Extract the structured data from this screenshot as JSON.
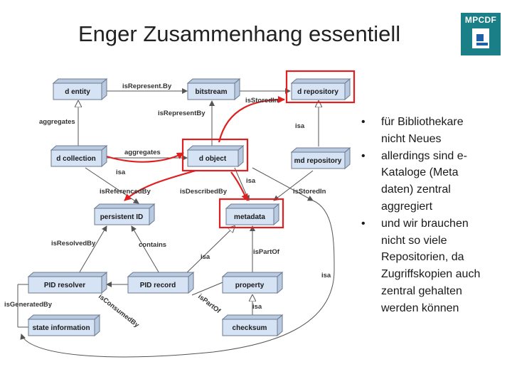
{
  "title": "Enger Zusammenhang essentiell",
  "logo": {
    "text": "MPCDF"
  },
  "colors": {
    "highlight": "#e02020",
    "box_fill": "#d6e3f5",
    "logo_bg": "#1a7f86"
  },
  "nodes": {
    "d_entity": "d entity",
    "bitstream": "bitstream",
    "d_repository": "d repository",
    "d_collection": "d collection",
    "d_object": "d object",
    "md_repository": "md repository",
    "persistent_id": "persistent ID",
    "metadata": "metadata",
    "pid_resolver": "PID resolver",
    "pid_record": "PID record",
    "property": "property",
    "state_information": "state information",
    "checksum": "checksum"
  },
  "edge_labels": {
    "isRepresentBy_top": "isRepresent.By",
    "isStoredIn_top": "isStoredIn",
    "aggregates_left": "aggregates",
    "isRepresentBy_mid": "isRepresentBy",
    "isa_repo": "isa",
    "aggregates_mid": "aggregates",
    "isa_collection": "isa",
    "isa_object": "isa",
    "isReferencedBy": "isReferencedBy",
    "isDescribedBy": "isDescribedBy",
    "isStoredIn_right": "isStoredIn",
    "isResolvedBy": "isResolvedBy",
    "contains": "contains",
    "isa_metadata": "isa",
    "isPartOf_right": "isPartOf",
    "isa_loop": "isa",
    "isGeneratedBy": "isGeneratedBy",
    "isConsumedBy": "isConsumedBy",
    "isPartOf_diag": "isPartOf",
    "isa_checksum": "isa"
  },
  "bullets": [
    "für Bibliothekare nicht Neues",
    "allerdings sind e-Kataloge (Meta daten) zentral aggregiert",
    "und wir brauchen nicht so viele Repositorien, da Zugriffskopien auch zentral gehalten werden können"
  ],
  "bullet_lines": [
    [
      "für Bibliothekare",
      "nicht Neues"
    ],
    [
      "allerdings sind e-",
      "Kataloge (Meta",
      "daten) zentral",
      "aggregiert"
    ],
    [
      "und wir brauchen",
      "nicht so viele",
      "Repositorien, da",
      "Zugriffskopien auch",
      "zentral gehalten",
      "werden können"
    ]
  ],
  "bullet_symbol": "•"
}
